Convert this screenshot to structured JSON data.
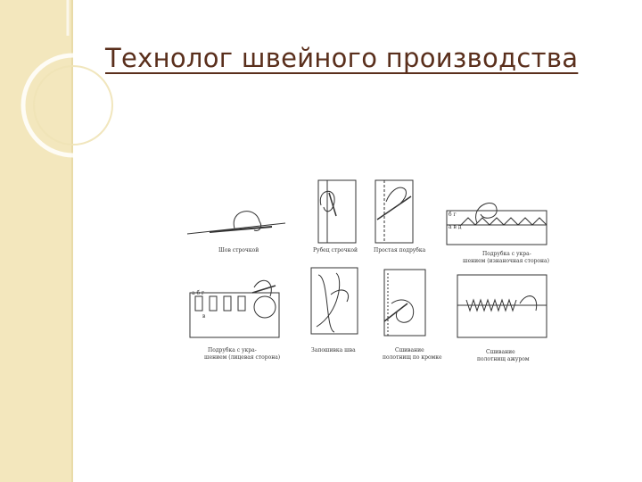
{
  "slide": {
    "title": "Технолог швейного производства"
  },
  "figure": {
    "captions": {
      "c1": "Шов строчкой",
      "c2": "Рубец строчкой",
      "c3": "Простая подрубка",
      "c4a": "Подрубка с укра-",
      "c4b": "шением (изнаночная сторона)",
      "c5a": "Подрубка с укра-",
      "c5b": "шением (лицевая сторона)",
      "c6": "Запошивка шва",
      "c7a": "Сшивание",
      "c7b": "полотнищ по кромке",
      "c8a": "Сшивание",
      "c8b": "полотнищ ажуром"
    },
    "letters": {
      "top": "б г",
      "bottom": "а в д",
      "top2": "а б г",
      "bottom2": "в"
    }
  },
  "colors": {
    "sidebar": "#f3e7bd",
    "title": "#5a2f1c",
    "ink": "#333333"
  }
}
